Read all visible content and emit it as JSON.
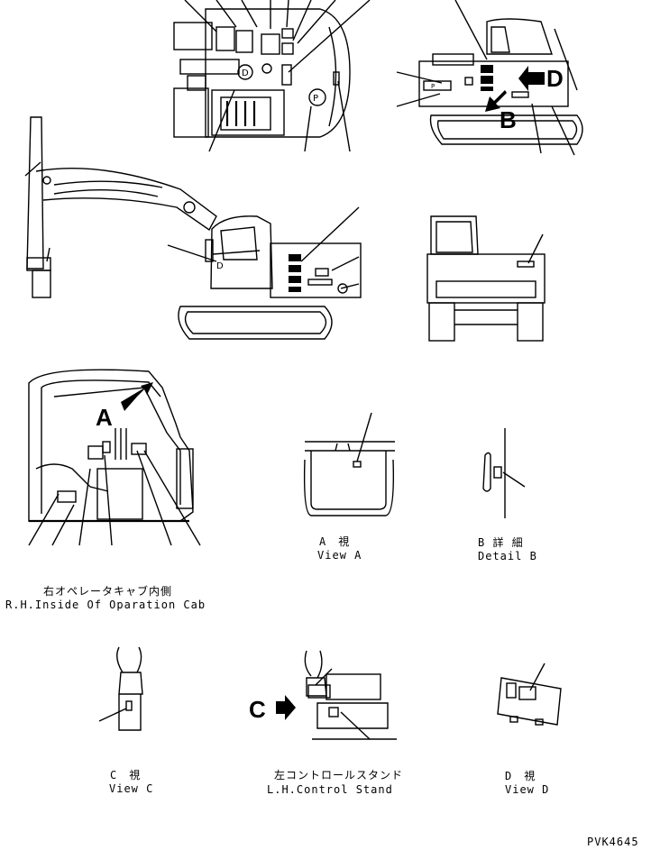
{
  "letters": {
    "a": "A",
    "b": "B",
    "c": "C",
    "d": "D"
  },
  "captions": {
    "cab_inside_jp": "右オペレータキャブ内側",
    "cab_inside_en": "R.H.Inside Of Oparation Cab",
    "view_a_jp": "A　視",
    "view_a_en": "View A",
    "detail_b_jp": "B 詳 細",
    "detail_b_en": "Detail B",
    "view_c_jp": "C　視",
    "view_c_en": "View C",
    "control_stand_jp": "左コントロールスタンド",
    "control_stand_en": "L.H.Control Stand",
    "view_d_jp": "D　視",
    "view_d_en": "View D"
  },
  "symbols": {
    "p_mark": "P",
    "d_mark": "D"
  },
  "drawing_code": "PVK4645"
}
